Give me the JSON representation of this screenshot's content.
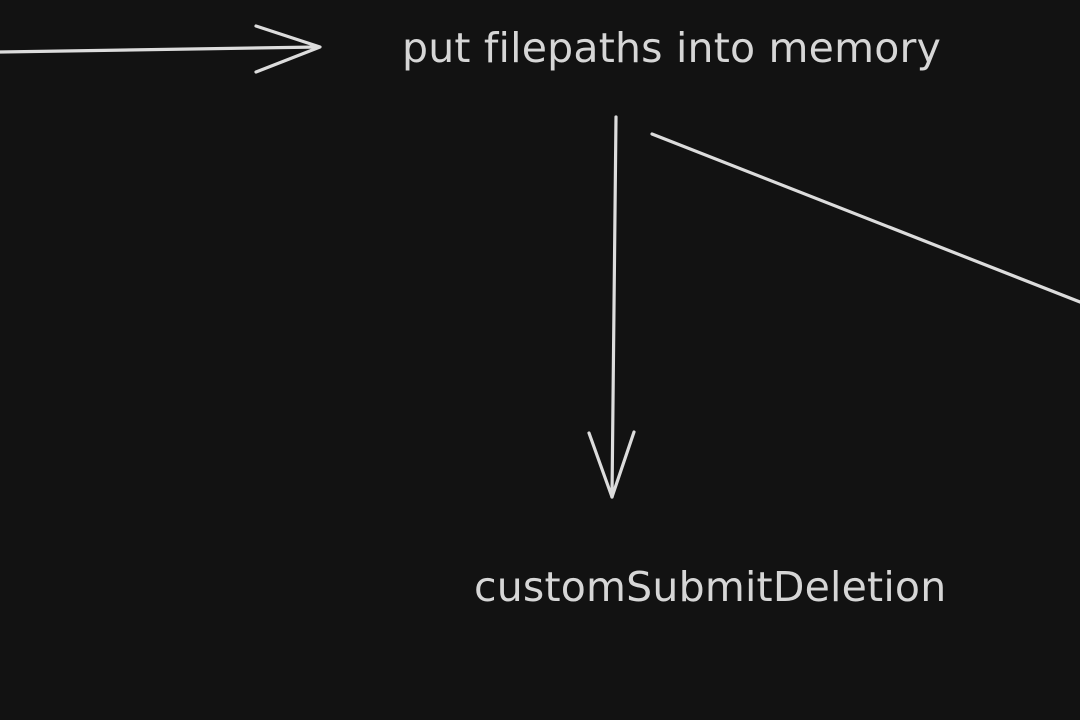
{
  "diagram": {
    "nodes": [
      {
        "id": "top",
        "label": "put filepaths into memory"
      },
      {
        "id": "bottom",
        "label": "customSubmitDeletion"
      }
    ],
    "edges": [
      {
        "from": "offscreen-left",
        "to": "top"
      },
      {
        "from": "top",
        "to": "bottom"
      },
      {
        "from": "top",
        "to": "offscreen-right"
      }
    ],
    "colors": {
      "background": "#121212",
      "stroke": "#dcdcdc",
      "text": "#d6d6d6"
    }
  }
}
